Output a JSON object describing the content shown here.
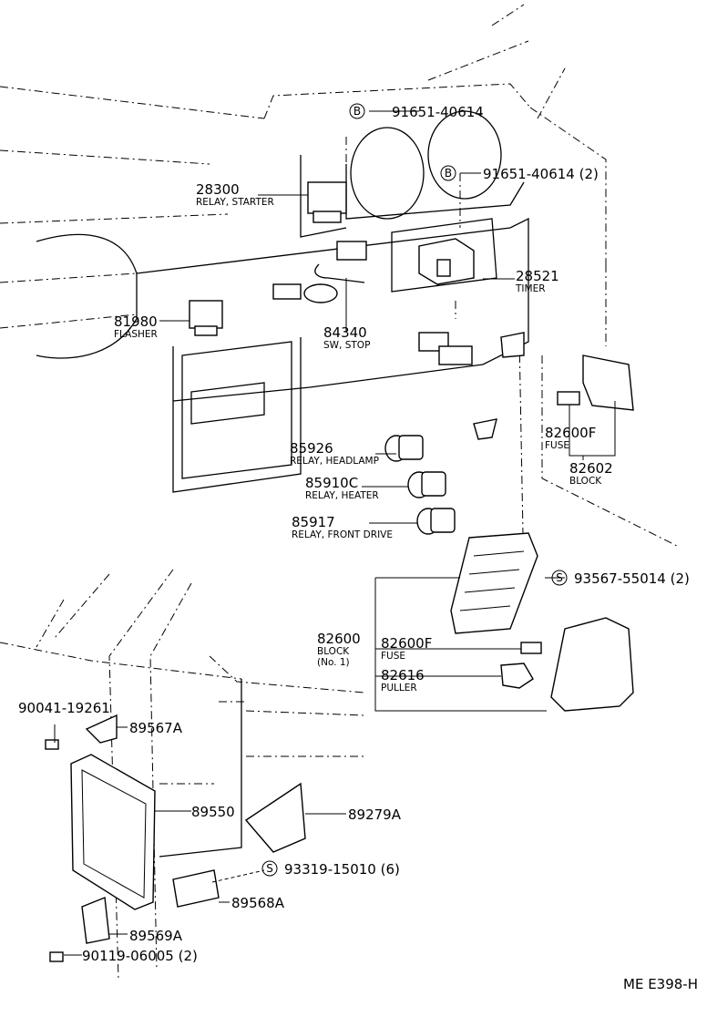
{
  "labels": {
    "p91651a": {
      "code": "B",
      "number": "91651-40614"
    },
    "p91651b": {
      "code": "B",
      "number": "91651-40614 (2)"
    },
    "p28300": {
      "number": "28300",
      "desc": "RELAY, STARTER"
    },
    "p28521": {
      "number": "28521",
      "desc": "TIMER"
    },
    "p81980": {
      "number": "81980",
      "desc": "FLASHER"
    },
    "p84340": {
      "number": "84340",
      "desc": "SW, STOP"
    },
    "p85926": {
      "number": "85926",
      "desc": "RELAY, HEADLAMP"
    },
    "p85910c": {
      "number": "85910C",
      "desc": "RELAY, HEATER"
    },
    "p85917": {
      "number": "85917",
      "desc": "RELAY, FRONT DRIVE"
    },
    "p82600f_top": {
      "number": "82600F",
      "desc": "FUSE"
    },
    "p82602": {
      "number": "82602",
      "desc": "BLOCK"
    },
    "p93567": {
      "code": "S",
      "number": "93567-55014 (2)"
    },
    "p82600": {
      "number": "82600",
      "desc": "BLOCK",
      "desc2": "(No. 1)"
    },
    "p82600f": {
      "number": "82600F",
      "desc": "FUSE"
    },
    "p82616": {
      "number": "82616",
      "desc": "PULLER"
    },
    "p90041": {
      "number": "90041-19261"
    },
    "p89567a": {
      "number": "89567A"
    },
    "p89550": {
      "number": "89550"
    },
    "p89279a": {
      "number": "89279A"
    },
    "p93319": {
      "code": "S",
      "number": "93319-15010 (6)"
    },
    "p89568a": {
      "number": "89568A"
    },
    "p89569a": {
      "number": "89569A"
    },
    "p90119": {
      "number": "90119-06005 (2)"
    }
  },
  "figure_code": "ME E398-H"
}
